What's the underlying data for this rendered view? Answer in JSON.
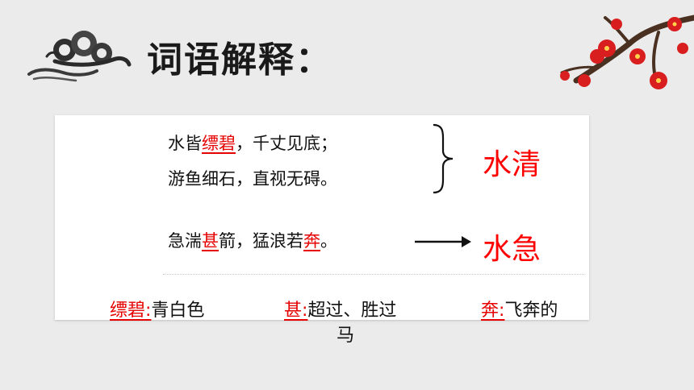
{
  "title": "词语解释：",
  "lines": [
    {
      "a": "水皆",
      "b": "缥碧",
      "c": "，千丈见底；"
    },
    {
      "a": "游鱼细石，直视无碍。"
    },
    {
      "a": "急湍",
      "b": "甚",
      "c": "箭，猛浪若",
      "d": "奔",
      "e": "。"
    }
  ],
  "tags": {
    "clear": "水清",
    "rapid": "水急"
  },
  "glossary": [
    {
      "term": "缥碧:",
      "def": "青白色"
    },
    {
      "term": "甚:",
      "def": "超过、胜过",
      "def2": "马"
    },
    {
      "term": "奔:",
      "def": "飞奔的"
    }
  ],
  "colors": {
    "accent": "#e60000",
    "background": "#ebebeb",
    "card": "#ffffff"
  },
  "icons": [
    "cloud-logo",
    "plum-blossom-branch"
  ]
}
